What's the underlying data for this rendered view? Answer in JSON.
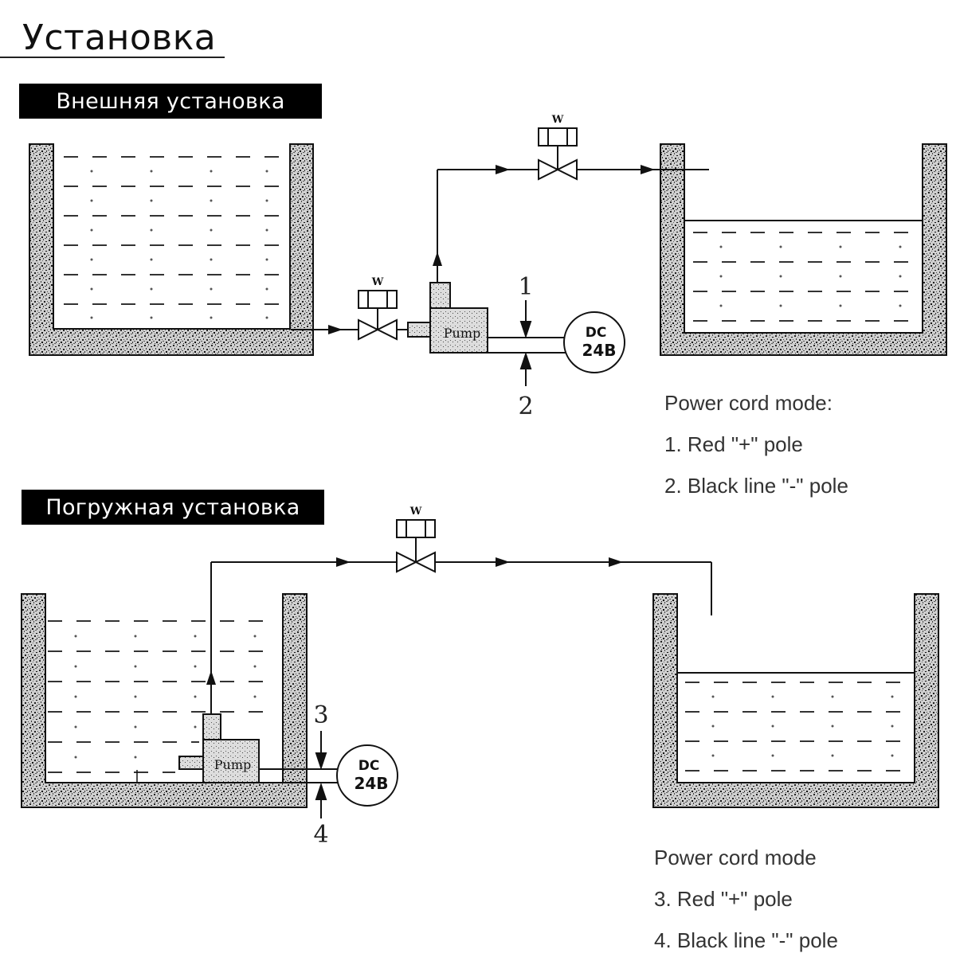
{
  "title": "Установка",
  "sections": {
    "external": {
      "label": "Внешняя установка",
      "valve_label": "W",
      "pump_label": "Pump",
      "power_line1": "DC",
      "power_line2": "24B",
      "wire_plus_number": "1",
      "wire_minus_number": "2",
      "notes": [
        "Power cord mode:",
        "1. Red \"+\" pole",
        "2. Black line \"-\" pole"
      ]
    },
    "submersible": {
      "label": "Погружная установка",
      "valve_label": "W",
      "pump_label": "Pump",
      "power_line1": "DC",
      "power_line2": "24B",
      "wire_plus_number": "3",
      "wire_minus_number": "4",
      "notes": [
        "Power cord mode",
        "3. Red \"+\" pole",
        "4. Black line \"-\" pole"
      ]
    }
  }
}
